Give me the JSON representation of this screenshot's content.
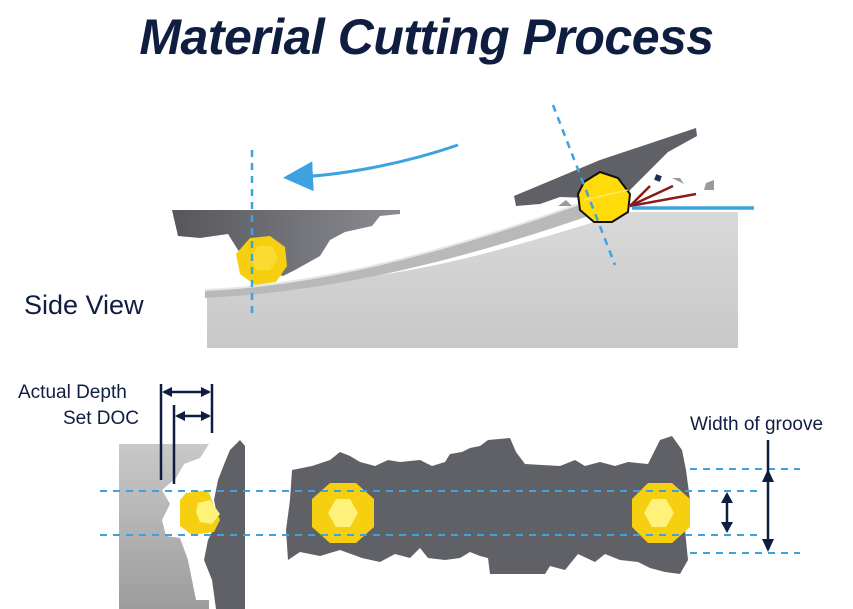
{
  "title": "Material Cutting Process",
  "labels": {
    "side_view": "Side View",
    "actual_depth": "Actual Depth",
    "set_doc": "Set DOC",
    "width_of_groove": "Width of groove"
  },
  "colors": {
    "title": "#0f1d40",
    "tool_body": "#5f6166",
    "workpiece": "#cfcfcf",
    "grain": "#f7cc0f",
    "grain_center": "#fff27a",
    "guide_line": "#3ea2e0",
    "chip_spark": "#8c1a1a",
    "dimension": "#0f1d40"
  }
}
